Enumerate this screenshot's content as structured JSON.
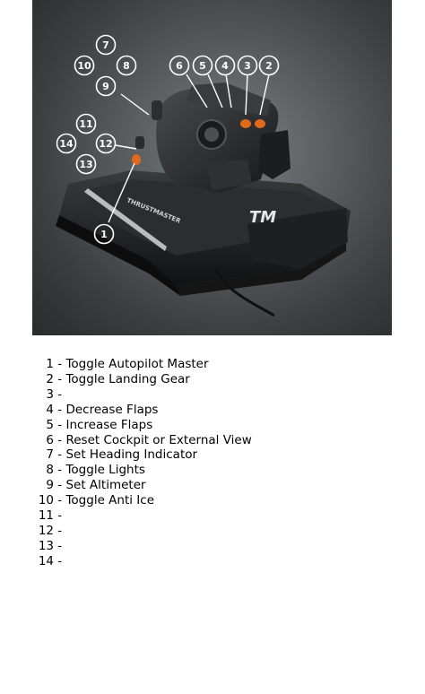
{
  "figure": {
    "brand_text": "THRUSTMASTER",
    "logo_text": "TM",
    "callouts": [
      "1",
      "2",
      "3",
      "4",
      "5",
      "6",
      "7",
      "8",
      "9",
      "10",
      "11",
      "12",
      "13",
      "14"
    ]
  },
  "legend": {
    "separator": " - ",
    "items": [
      {
        "number": "1",
        "label": "Toggle Autopilot Master"
      },
      {
        "number": "2",
        "label": "Toggle Landing Gear"
      },
      {
        "number": "3",
        "label": ""
      },
      {
        "number": "4",
        "label": "Decrease Flaps"
      },
      {
        "number": "5",
        "label": "Increase Flaps"
      },
      {
        "number": "6",
        "label": "Reset Cockpit or External View"
      },
      {
        "number": "7",
        "label": "Set Heading Indicator"
      },
      {
        "number": "8",
        "label": "Toggle Lights"
      },
      {
        "number": "9",
        "label": "Set Altimeter"
      },
      {
        "number": "10",
        "label": "Toggle Anti Ice"
      },
      {
        "number": "11",
        "label": ""
      },
      {
        "number": "12",
        "label": ""
      },
      {
        "number": "13",
        "label": ""
      },
      {
        "number": "14",
        "label": ""
      }
    ]
  }
}
